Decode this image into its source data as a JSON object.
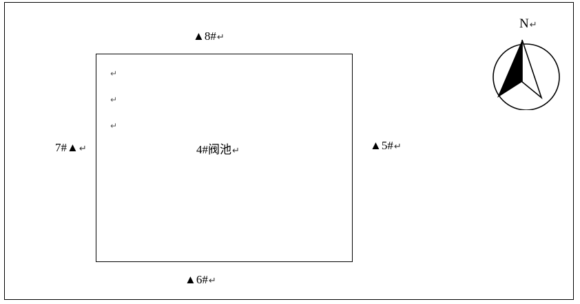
{
  "diagram": {
    "pool_label": "4#阀池",
    "return_mark": "↵",
    "points": [
      {
        "id": "point-8",
        "text": "▲8#"
      },
      {
        "id": "point-7",
        "text": "7#▲"
      },
      {
        "id": "point-5",
        "text": "▲5#"
      },
      {
        "id": "point-6",
        "text": "▲6#"
      }
    ],
    "compass": {
      "north_label": "N"
    }
  }
}
